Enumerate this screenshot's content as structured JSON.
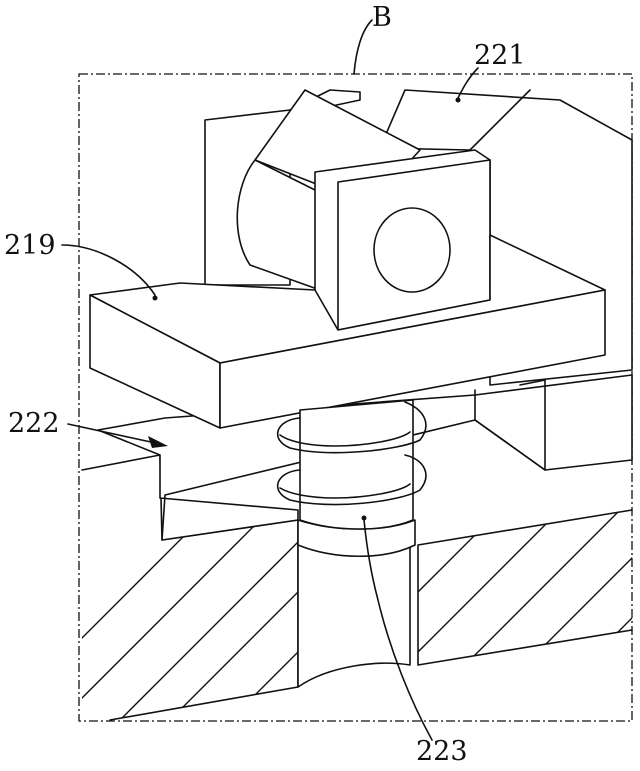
{
  "figure": {
    "detail_label": "B",
    "callouts": [
      {
        "id": "221",
        "text": "221"
      },
      {
        "id": "219",
        "text": "219"
      },
      {
        "id": "222",
        "text": "222"
      },
      {
        "id": "223",
        "text": "223"
      }
    ]
  }
}
